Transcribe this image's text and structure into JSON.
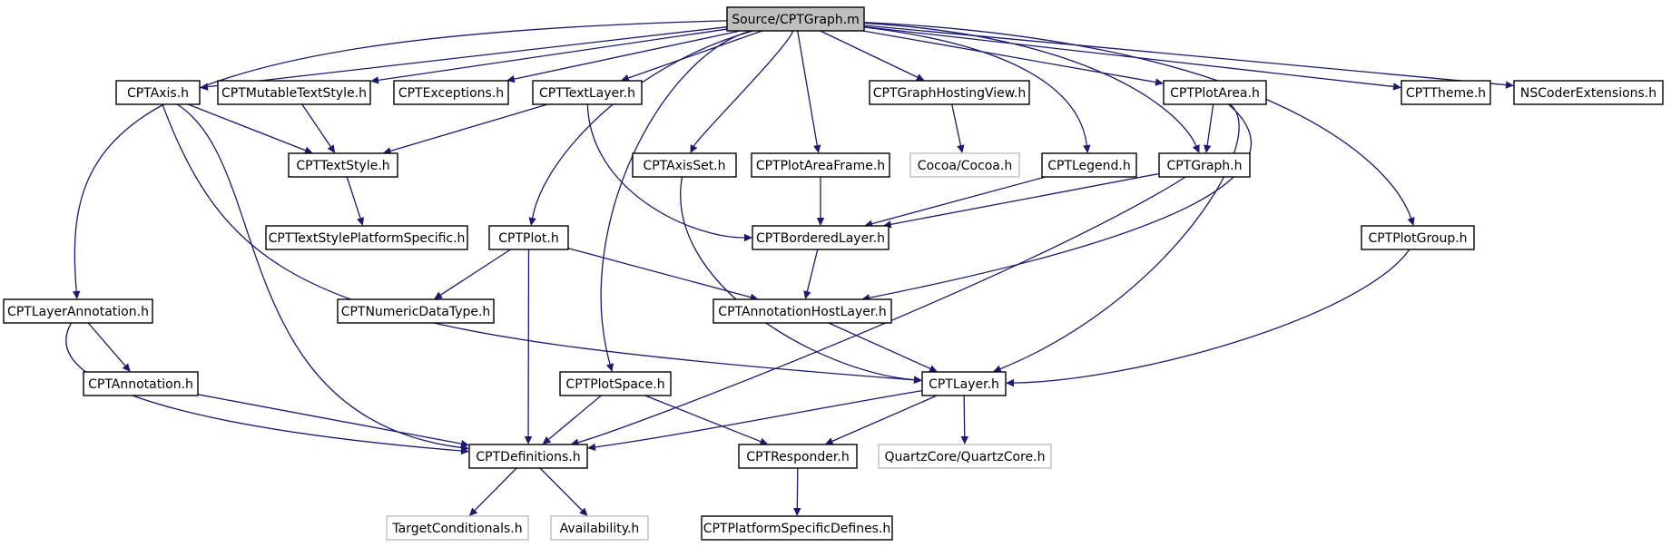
{
  "graph": {
    "colors": {
      "edge": "#191970",
      "node_border": "#000000",
      "missing_node_border": "#bfbfbf",
      "root_fill": "#bfbfbf",
      "node_fill": "#ffffff",
      "text": "#000000"
    },
    "nodes": [
      {
        "id": "root",
        "label": "Source/CPTGraph.m",
        "kind": "root"
      },
      {
        "id": "cptaxis",
        "label": "CPTAxis.h",
        "kind": "normal"
      },
      {
        "id": "mutabletextstyle",
        "label": "CPTMutableTextStyle.h",
        "kind": "normal"
      },
      {
        "id": "exceptions",
        "label": "CPTExceptions.h",
        "kind": "normal"
      },
      {
        "id": "textlayer",
        "label": "CPTTextLayer.h",
        "kind": "normal"
      },
      {
        "id": "graphhostingview",
        "label": "CPTGraphHostingView.h",
        "kind": "normal"
      },
      {
        "id": "plotarea",
        "label": "CPTPlotArea.h",
        "kind": "normal"
      },
      {
        "id": "theme",
        "label": "CPTTheme.h",
        "kind": "normal"
      },
      {
        "id": "nscoder",
        "label": "NSCoderExtensions.h",
        "kind": "normal"
      },
      {
        "id": "textstyle",
        "label": "CPTTextStyle.h",
        "kind": "normal"
      },
      {
        "id": "axisset",
        "label": "CPTAxisSet.h",
        "kind": "normal"
      },
      {
        "id": "plotareaframe",
        "label": "CPTPlotAreaFrame.h",
        "kind": "normal"
      },
      {
        "id": "cocoa",
        "label": "Cocoa/Cocoa.h",
        "kind": "missing"
      },
      {
        "id": "legend",
        "label": "CPTLegend.h",
        "kind": "normal"
      },
      {
        "id": "graph_h",
        "label": "CPTGraph.h",
        "kind": "normal"
      },
      {
        "id": "textstyleplatform",
        "label": "CPTTextStylePlatformSpecific.h",
        "kind": "normal"
      },
      {
        "id": "plot",
        "label": "CPTPlot.h",
        "kind": "normal"
      },
      {
        "id": "borderedlayer",
        "label": "CPTBorderedLayer.h",
        "kind": "normal"
      },
      {
        "id": "plotgroup",
        "label": "CPTPlotGroup.h",
        "kind": "normal"
      },
      {
        "id": "layerannotation",
        "label": "CPTLayerAnnotation.h",
        "kind": "normal"
      },
      {
        "id": "numericdatatype",
        "label": "CPTNumericDataType.h",
        "kind": "normal"
      },
      {
        "id": "annotationhostlayer",
        "label": "CPTAnnotationHostLayer.h",
        "kind": "normal"
      },
      {
        "id": "annotation",
        "label": "CPTAnnotation.h",
        "kind": "normal"
      },
      {
        "id": "plotspace",
        "label": "CPTPlotSpace.h",
        "kind": "normal"
      },
      {
        "id": "layer",
        "label": "CPTLayer.h",
        "kind": "normal"
      },
      {
        "id": "definitions",
        "label": "CPTDefinitions.h",
        "kind": "normal"
      },
      {
        "id": "responder",
        "label": "CPTResponder.h",
        "kind": "normal"
      },
      {
        "id": "quartzcore",
        "label": "QuartzCore/QuartzCore.h",
        "kind": "missing"
      },
      {
        "id": "targetconditionals",
        "label": "TargetConditionals.h",
        "kind": "missing"
      },
      {
        "id": "availability",
        "label": "Availability.h",
        "kind": "missing"
      },
      {
        "id": "platformspecific",
        "label": "CPTPlatformSpecificDefines.h",
        "kind": "normal"
      }
    ],
    "edges": [
      {
        "from": "root",
        "to": "layerannotation"
      },
      {
        "from": "root",
        "to": "cptaxis"
      },
      {
        "from": "root",
        "to": "mutabletextstyle"
      },
      {
        "from": "root",
        "to": "exceptions"
      },
      {
        "from": "root",
        "to": "textlayer"
      },
      {
        "from": "root",
        "to": "plot"
      },
      {
        "from": "root",
        "to": "plotspace"
      },
      {
        "from": "root",
        "to": "axisset"
      },
      {
        "from": "root",
        "to": "plotareaframe"
      },
      {
        "from": "root",
        "to": "graphhostingview"
      },
      {
        "from": "root",
        "to": "legend"
      },
      {
        "from": "root",
        "to": "graph_h"
      },
      {
        "from": "root",
        "to": "plotarea"
      },
      {
        "from": "root",
        "to": "plotgroup"
      },
      {
        "from": "root",
        "to": "theme"
      },
      {
        "from": "root",
        "to": "nscoder"
      },
      {
        "from": "cptaxis",
        "to": "textstyle"
      },
      {
        "from": "cptaxis",
        "to": "definitions"
      },
      {
        "from": "cptaxis",
        "to": "layer"
      },
      {
        "from": "mutabletextstyle",
        "to": "textstyle"
      },
      {
        "from": "textlayer",
        "to": "textstyle"
      },
      {
        "from": "textlayer",
        "to": "borderedlayer"
      },
      {
        "from": "textstyle",
        "to": "textstyleplatform"
      },
      {
        "from": "graphhostingview",
        "to": "cocoa"
      },
      {
        "from": "plotarea",
        "to": "graph_h"
      },
      {
        "from": "plotarea",
        "to": "annotationhostlayer"
      },
      {
        "from": "plotarea",
        "to": "layer"
      },
      {
        "from": "axisset",
        "to": "layer"
      },
      {
        "from": "plotareaframe",
        "to": "borderedlayer"
      },
      {
        "from": "legend",
        "to": "borderedlayer"
      },
      {
        "from": "graph_h",
        "to": "borderedlayer"
      },
      {
        "from": "graph_h",
        "to": "definitions"
      },
      {
        "from": "plot",
        "to": "numericdatatype"
      },
      {
        "from": "plot",
        "to": "annotationhostlayer"
      },
      {
        "from": "plot",
        "to": "definitions"
      },
      {
        "from": "borderedlayer",
        "to": "annotationhostlayer"
      },
      {
        "from": "plotgroup",
        "to": "layer"
      },
      {
        "from": "layerannotation",
        "to": "annotation"
      },
      {
        "from": "layerannotation",
        "to": "definitions"
      },
      {
        "from": "annotationhostlayer",
        "to": "layer"
      },
      {
        "from": "annotation",
        "to": "definitions"
      },
      {
        "from": "plotspace",
        "to": "definitions"
      },
      {
        "from": "plotspace",
        "to": "responder"
      },
      {
        "from": "layer",
        "to": "definitions"
      },
      {
        "from": "layer",
        "to": "responder"
      },
      {
        "from": "layer",
        "to": "quartzcore"
      },
      {
        "from": "definitions",
        "to": "targetconditionals"
      },
      {
        "from": "definitions",
        "to": "availability"
      },
      {
        "from": "responder",
        "to": "platformspecific"
      }
    ]
  }
}
